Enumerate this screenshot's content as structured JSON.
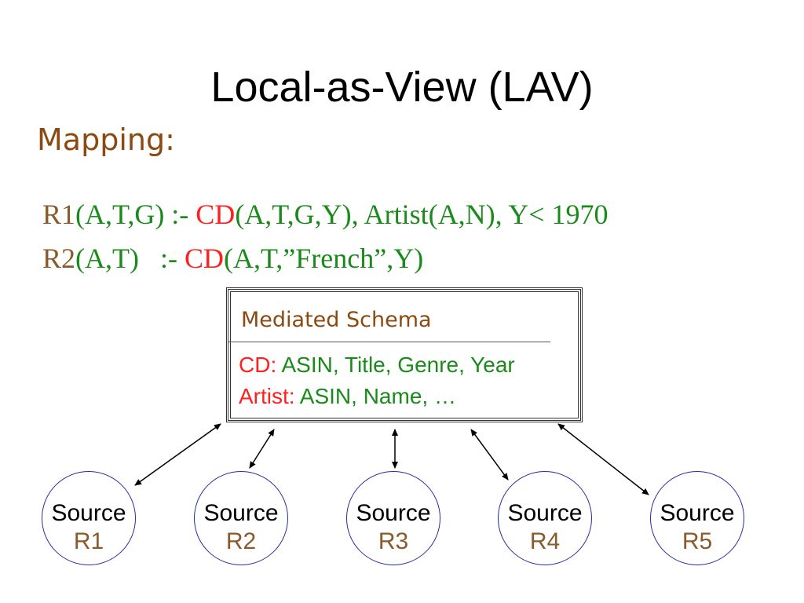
{
  "title": "Local-as-View (LAV)",
  "subtitle": "Mapping:",
  "rules": [
    {
      "head": "R1",
      "args": "(A,T,G) :- ",
      "rel": "CD",
      "body": "(A,T,G,Y), Artist(A,N), Y< 1970"
    },
    {
      "head": "R2",
      "args": "(A,T)   :- ",
      "rel": "CD",
      "body": "(A,T,”French”,Y)"
    }
  ],
  "schema": {
    "title": "Mediated Schema",
    "rows": [
      {
        "name": "CD:",
        "attrs": " ASIN, Title, Genre, Year"
      },
      {
        "name": "Artist:",
        "attrs": " ASIN, Name, …"
      }
    ]
  },
  "sources": [
    {
      "label": "Source",
      "id": "R1"
    },
    {
      "label": "Source",
      "id": "R2"
    },
    {
      "label": "Source",
      "id": "R3"
    },
    {
      "label": "Source",
      "id": "R4"
    },
    {
      "label": "Source",
      "id": "R5"
    }
  ],
  "colors": {
    "title": "#000000",
    "subtitle": "#8a4a12",
    "rule_head": "#8a5a2a",
    "relation": "#ff2020",
    "rule_body": "#1a8a1a",
    "source_border": "#2a2aa0"
  }
}
